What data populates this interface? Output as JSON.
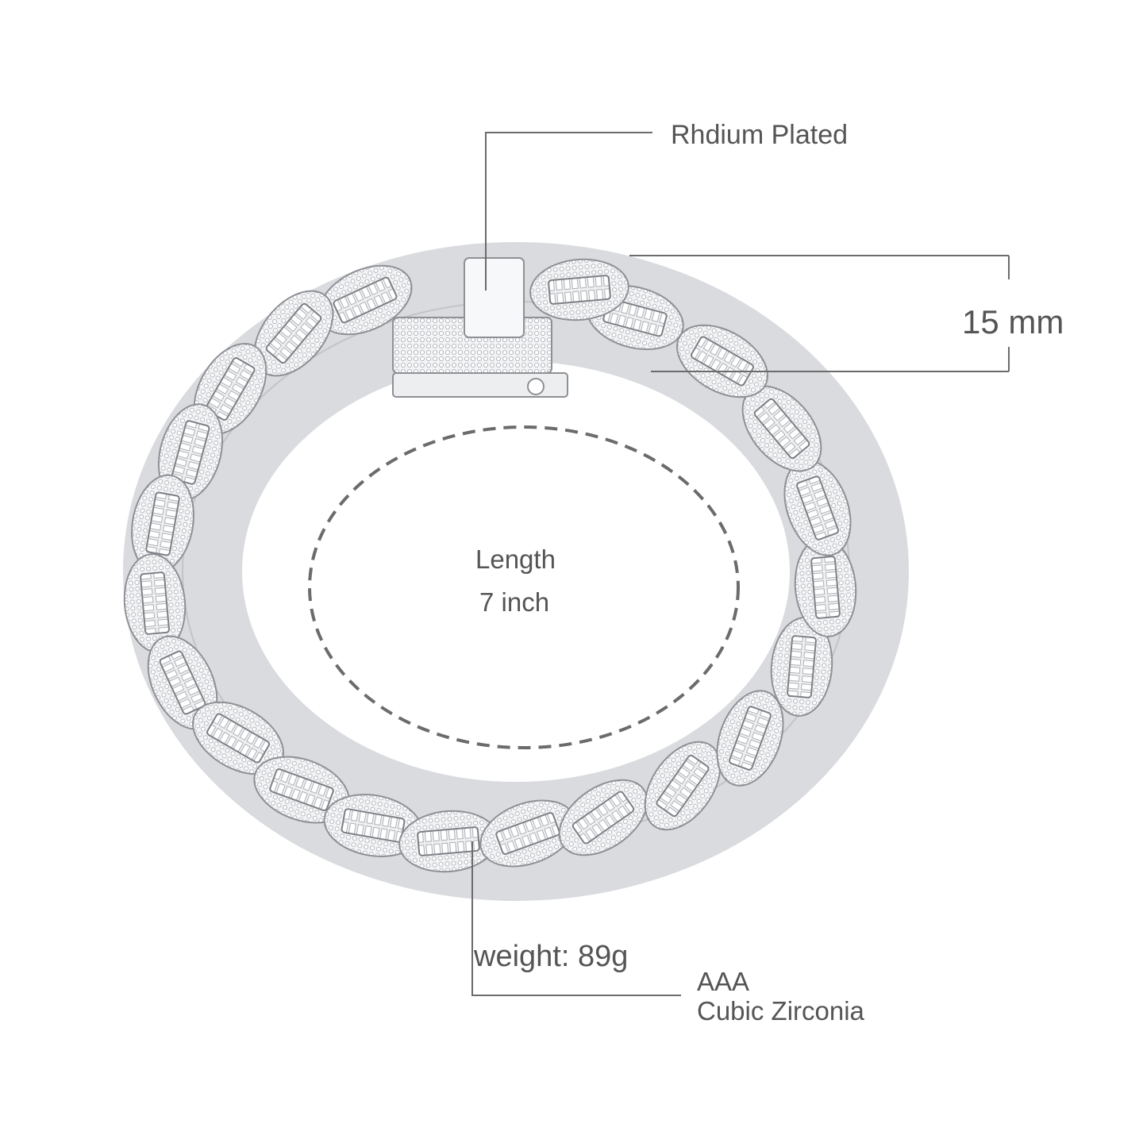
{
  "product": {
    "type": "Cuban link bracelet",
    "colors": {
      "metal": "#e9eaec",
      "outline": "#9a9ca0",
      "text": "#555555",
      "line": "#6b6b6b"
    }
  },
  "annotations": {
    "plating": "Rhdium Plated",
    "width": "15 mm",
    "length_title": "Length",
    "length_value": "7 inch",
    "stone_grade": "AAA",
    "stone_type": "Cubic Zirconia",
    "weight": "weight: 89g"
  }
}
